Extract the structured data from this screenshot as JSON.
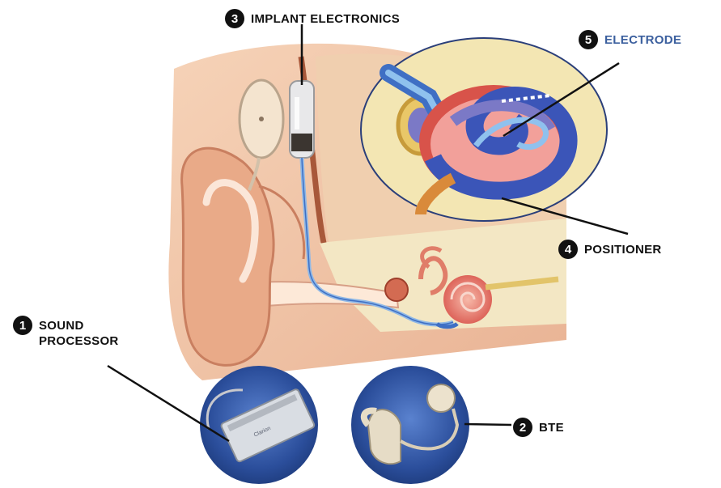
{
  "callouts": {
    "c1": {
      "number": "1",
      "line1": "SOUND",
      "line2": "PROCESSOR"
    },
    "c2": {
      "number": "2",
      "label": "BTE"
    },
    "c3": {
      "number": "3",
      "label": "IMPLANT ELECTRONICS"
    },
    "c4": {
      "number": "4",
      "label": "POSITIONER"
    },
    "c5": {
      "number": "5",
      "label": "ELECTRODE"
    }
  },
  "colors": {
    "skin": "#f2c7a8",
    "skin_dark": "#e4a987",
    "bone": "#f3e7c4",
    "ear_canal": "#fde9d8",
    "cochlea": "#e56a5a",
    "electrode_blue": "#3f6fc4",
    "cable": "#8fb8e6",
    "inset_bg": "#f3e6b3",
    "disc_blue": "#2b4e9b",
    "label_blue": "#3b5f9e"
  }
}
